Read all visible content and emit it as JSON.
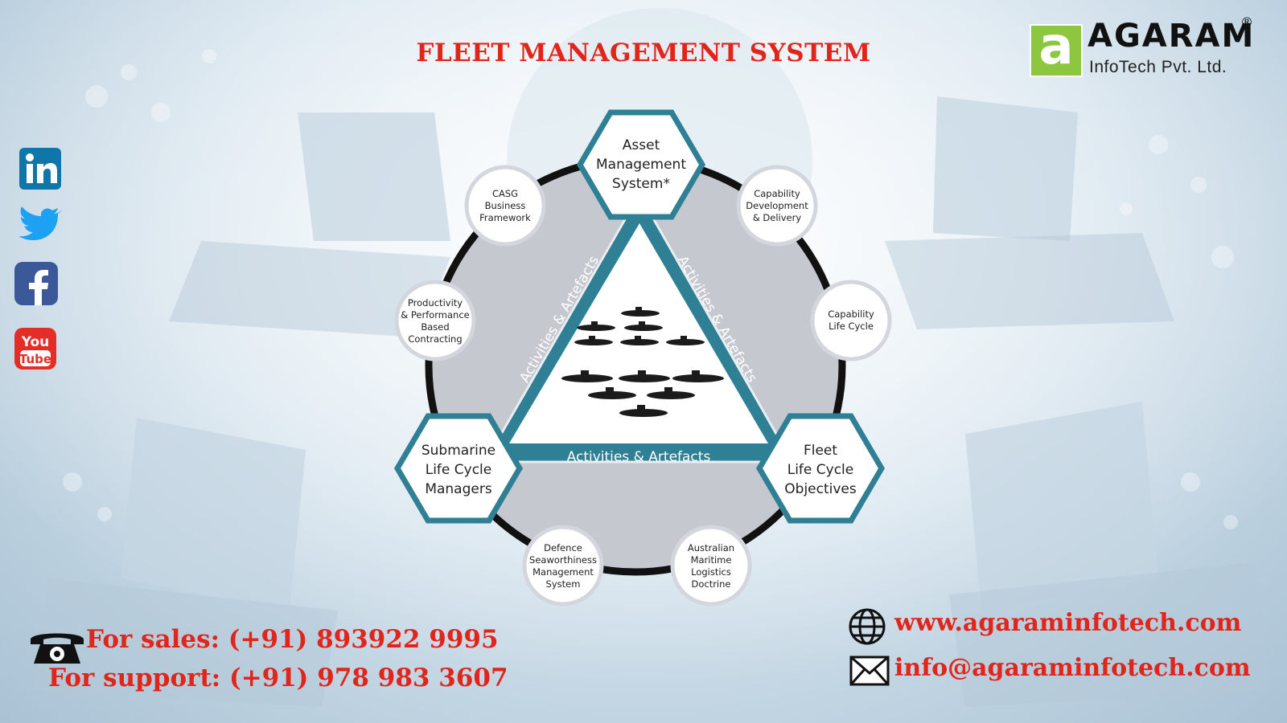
{
  "title": "FLEET MANAGEMENT SYSTEM",
  "logo": {
    "mark_letter": "a",
    "name": "AGARAM",
    "registered_mark": "®",
    "subtitle": "InfoTech Pvt. Ltd."
  },
  "social_icons": [
    "linkedin-icon",
    "twitter-icon",
    "facebook-icon",
    "youtube-icon"
  ],
  "diagram": {
    "hexagons": {
      "top": [
        "Asset",
        "Management",
        "System*"
      ],
      "left": [
        "Submarine",
        "Life Cycle",
        "Managers"
      ],
      "right": [
        "Fleet",
        "Life Cycle",
        "Objectives"
      ]
    },
    "triangle_edge_label": "Activities & Artefacts",
    "circles": {
      "casg": [
        "CASG",
        "Business",
        "Framework"
      ],
      "capability_dev": [
        "Capability",
        "Development",
        "& Delivery"
      ],
      "productivity": [
        "Productivity",
        "& Performance",
        "Based",
        "Contracting"
      ],
      "capability_life": [
        "Capability",
        "Life Cycle"
      ],
      "defence": [
        "Defence",
        "Seaworthiness",
        "Management",
        "System"
      ],
      "australian": [
        "Australian",
        "Maritime",
        "Logistics",
        "Doctrine"
      ]
    }
  },
  "contacts": {
    "sales": "For sales: (+91) 893922  9995",
    "support": "For support: (+91) 978 983 3607",
    "website": "www.agaraminfotech.com",
    "email": "info@agaraminfotech.com"
  },
  "colors": {
    "accent_red": "#e1251b",
    "teal": "#2f7f95",
    "logo_green": "#8dc63f"
  }
}
